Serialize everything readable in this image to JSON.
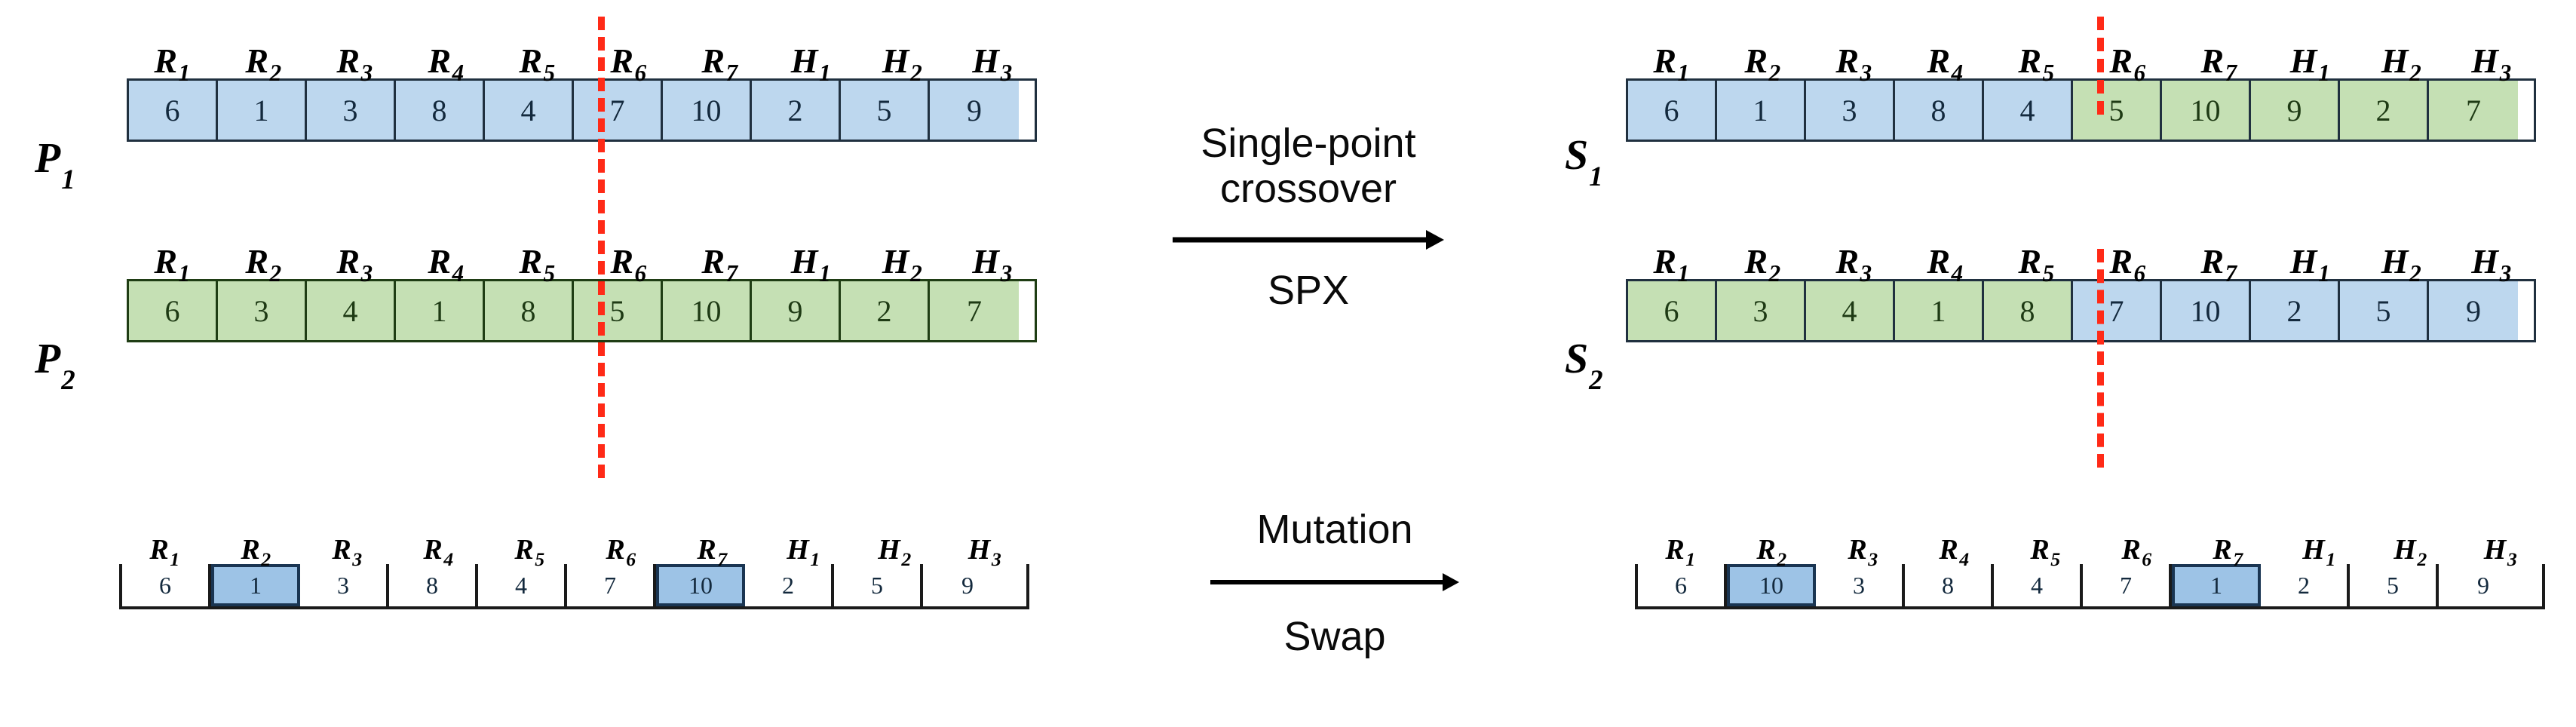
{
  "diagram": {
    "title": "Single-point crossover and swap mutation on a permutation chromosome",
    "gene_headers": [
      "R1",
      "R2",
      "R3",
      "R4",
      "R5",
      "R6",
      "R7",
      "H1",
      "H2",
      "H3"
    ],
    "gene_headers_pretty": [
      {
        "base": "R",
        "sub": "1"
      },
      {
        "base": "R",
        "sub": "2"
      },
      {
        "base": "R",
        "sub": "3"
      },
      {
        "base": "R",
        "sub": "4"
      },
      {
        "base": "R",
        "sub": "5"
      },
      {
        "base": "R",
        "sub": "6"
      },
      {
        "base": "R",
        "sub": "7"
      },
      {
        "base": "H",
        "sub": "1"
      },
      {
        "base": "H",
        "sub": "2"
      },
      {
        "base": "H",
        "sub": "3"
      }
    ],
    "colors": {
      "parent1_fill": "#bdd7ee",
      "parent2_fill": "#c5e0b4",
      "highlight_fill": "#9dc3e6",
      "cut_line": "#ff2a17",
      "border_blue": "#20303f",
      "border_green": "#1f3d14",
      "empty_fill": "#ffffff"
    },
    "crossover_point_after_index": 5
  },
  "crossover": {
    "operator": {
      "top_label": "Single-point\ncrossover",
      "bottom_label": "SPX",
      "arrow": "right-arrow-icon"
    },
    "parents": [
      {
        "id": "P1",
        "label_base": "P",
        "label_sub": "1",
        "values": [
          6,
          1,
          3,
          8,
          4,
          7,
          10,
          2,
          5,
          9
        ],
        "fills": [
          "blue",
          "blue",
          "blue",
          "blue",
          "blue",
          "blue",
          "blue",
          "blue",
          "blue",
          "blue"
        ]
      },
      {
        "id": "P2",
        "label_base": "P",
        "label_sub": "2",
        "values": [
          6,
          3,
          4,
          1,
          8,
          5,
          10,
          9,
          2,
          7
        ],
        "fills": [
          "green",
          "green",
          "green",
          "green",
          "green",
          "green",
          "green",
          "green",
          "green",
          "green"
        ]
      }
    ],
    "offspring": [
      {
        "id": "S1",
        "label_base": "S",
        "label_sub": "1",
        "values": [
          6,
          1,
          3,
          8,
          4,
          5,
          10,
          9,
          2,
          7
        ],
        "fills": [
          "blue",
          "blue",
          "blue",
          "blue",
          "blue",
          "green",
          "green",
          "green",
          "green",
          "green"
        ]
      },
      {
        "id": "S2",
        "label_base": "S",
        "label_sub": "2",
        "values": [
          6,
          3,
          4,
          1,
          8,
          7,
          10,
          2,
          5,
          9
        ],
        "fills": [
          "green",
          "green",
          "green",
          "green",
          "green",
          "blue",
          "blue",
          "blue",
          "blue",
          "blue"
        ]
      }
    ]
  },
  "mutation": {
    "operator": {
      "top_label": "Mutation",
      "bottom_label": "Swap",
      "arrow": "right-arrow-icon"
    },
    "before": {
      "id": "mutation-before",
      "values": [
        6,
        1,
        3,
        8,
        4,
        7,
        10,
        2,
        5,
        9
      ],
      "fills": [
        "white",
        "highlight",
        "white",
        "white",
        "white",
        "white",
        "highlight",
        "white",
        "white",
        "white"
      ],
      "swap_positions": [
        "R2",
        "R7"
      ]
    },
    "after": {
      "id": "mutation-after",
      "values": [
        6,
        10,
        3,
        8,
        4,
        7,
        1,
        2,
        5,
        9
      ],
      "fills": [
        "white",
        "highlight",
        "white",
        "white",
        "white",
        "white",
        "highlight",
        "white",
        "white",
        "white"
      ],
      "swap_positions": [
        "R2",
        "R7"
      ]
    }
  }
}
